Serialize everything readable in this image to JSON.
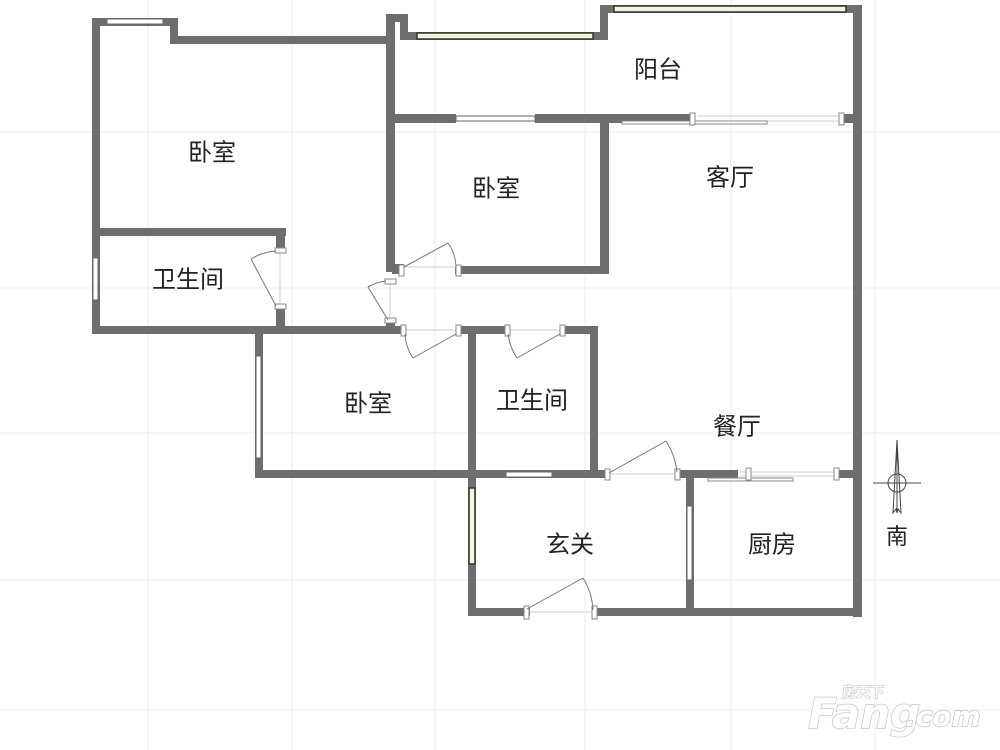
{
  "floorplan": {
    "rooms": [
      {
        "id": "bedroom-northwest",
        "label": "卧室"
      },
      {
        "id": "balcony",
        "label": "阳台"
      },
      {
        "id": "bedroom-middle",
        "label": "卧室"
      },
      {
        "id": "living-room",
        "label": "客厅"
      },
      {
        "id": "bathroom-west",
        "label": "卫生间"
      },
      {
        "id": "bedroom-southwest",
        "label": "卧室"
      },
      {
        "id": "bathroom-middle",
        "label": "卫生间"
      },
      {
        "id": "dining-room",
        "label": "餐厅"
      },
      {
        "id": "entrance-hall",
        "label": "玄关"
      },
      {
        "id": "kitchen",
        "label": "厨房"
      }
    ],
    "compass": {
      "direction_label": "南"
    },
    "colors": {
      "wall": "#6e6e6e",
      "window_glass": "#f7f4dc",
      "grid": "#ececec"
    }
  },
  "watermark": {
    "brand_cn": "房天下",
    "brand_en": "Fang.com",
    "brand_main": "Fang",
    "brand_suffix": ".com"
  }
}
